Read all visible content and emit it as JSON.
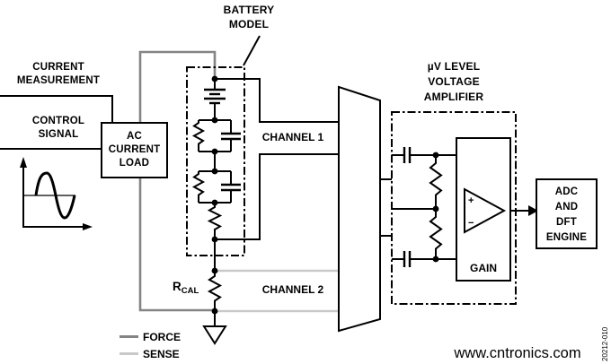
{
  "diagram": {
    "title_note": "battery impedance measurement signal chain",
    "labels": {
      "current_measurement": "CURRENT\nMEASUREMENT",
      "control_signal": "CONTROL\nSIGNAL",
      "ac_current_load": "AC\nCURRENT\nLOAD",
      "battery_model": "BATTERY\nMODEL",
      "channel_1": "CHANNEL 1",
      "channel_2": "CHANNEL 2",
      "uv_amplifier": "µV LEVEL\nVOLTAGE\nAMPLIFIER",
      "gain": "GAIN",
      "adc_engine": "ADC\nAND\nDFT\nENGINE",
      "rcal_symbol": "R",
      "rcal_subscript": "CAL",
      "opamp_plus": "+",
      "opamp_minus": "−"
    },
    "legend": {
      "force": "FORCE",
      "sense": "SENSE"
    },
    "watermark": "www.cntronics.com",
    "figure_code": "20212-010",
    "colors": {
      "wire": "#000000",
      "force": "#848484",
      "sense": "#c9c9c9",
      "watermark": "#b2d8a4",
      "figure_code": "#3f3f3f"
    }
  }
}
